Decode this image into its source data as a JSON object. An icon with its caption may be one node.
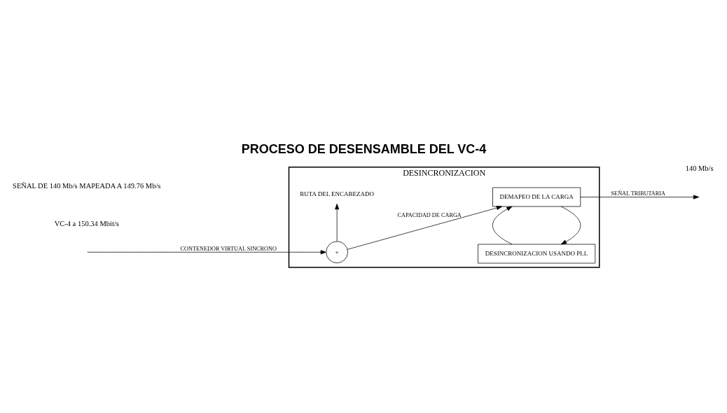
{
  "diagram": {
    "title": "PROCESO DE DESENSAMBLE DEL VC-4",
    "nodes": [
      {
        "text": [
          "DESINCRONIZACION"
        ]
      },
      {
        "text": [
          "+"
        ],
        "in": 0
      },
      {
        "text": [
          "DEMAPEO DE LA CARGA"
        ],
        "in": 0
      },
      {
        "text": [
          "DESINCRONIZACION USANDO PLL"
        ],
        "in": 0
      },
      {
        "text": [
          "RUTA DEL ENCABEZADO"
        ],
        "in": 0
      }
    ],
    "edges": [
      {
        "from": null,
        "to": 1,
        "arrow": "to",
        "label": "CONTENEDOR VIRTUAL SINCRONO"
      },
      {
        "from": 1,
        "to": 2,
        "arrow": "to",
        "label": "CAPACIDAD DE CARGA"
      },
      {
        "from": 2,
        "to": null,
        "arrow": "to",
        "label": "SEÑAL TRIBUTARIA"
      },
      {
        "from": 1,
        "to": 4,
        "arrow": "to"
      },
      {
        "from": 2,
        "to": 3,
        "arrow": "to"
      },
      {
        "from": 3,
        "to": 2,
        "arrow": "to"
      }
    ],
    "labels": [
      "VC-4 a 150.34 Mbit/s",
      "SEÑAL DE 140 Mb/s MAPEADA A 149.76 Mb/s",
      "140 Mb/s"
    ]
  }
}
